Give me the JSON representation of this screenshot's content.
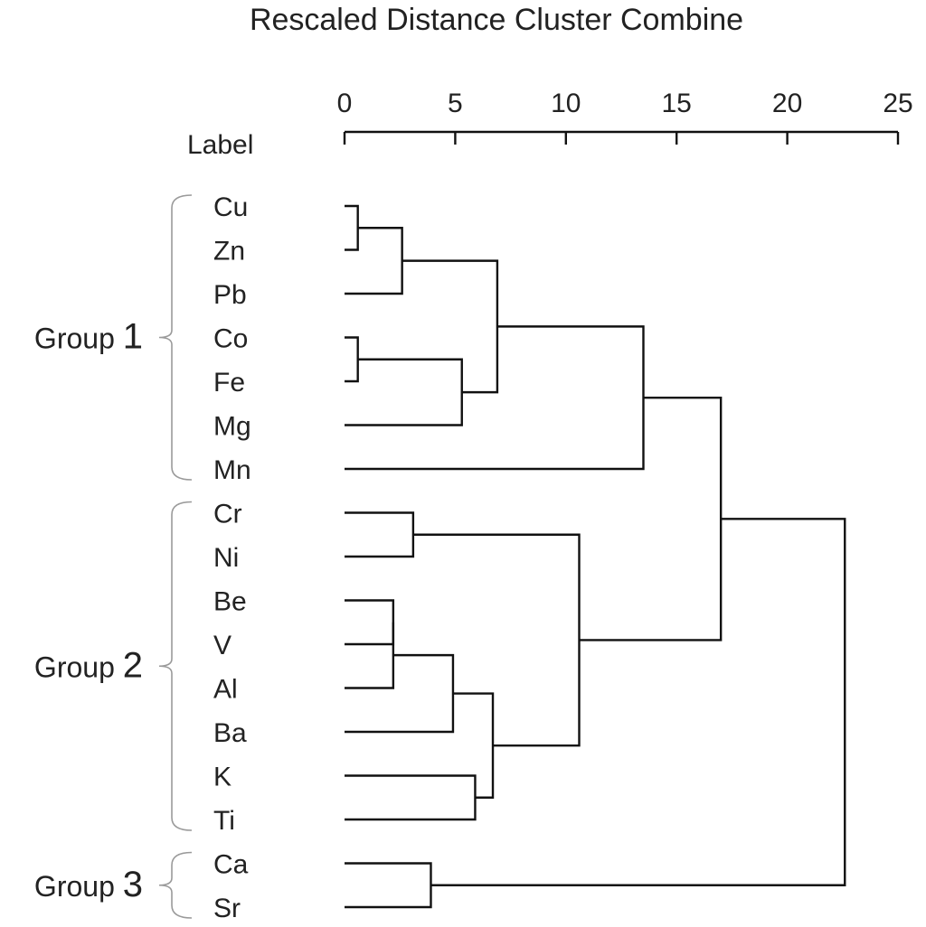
{
  "title": "Rescaled Distance Cluster Combine",
  "axis": {
    "label": "Label",
    "min": 0,
    "max": 25,
    "major_ticks": [
      0,
      5,
      10,
      15,
      20,
      25
    ]
  },
  "leaves": [
    "Cu",
    "Zn",
    "Pb",
    "Co",
    "Fe",
    "Mg",
    "Mn",
    "Cr",
    "Ni",
    "Be",
    "V",
    "Al",
    "Ba",
    "K",
    "Ti",
    "Ca",
    "Sr"
  ],
  "groups": [
    {
      "name": "Group",
      "number": "1",
      "first": 0,
      "last": 6
    },
    {
      "name": "Group",
      "number": "2",
      "first": 7,
      "last": 14
    },
    {
      "name": "Group",
      "number": "3",
      "first": 15,
      "last": 16
    }
  ],
  "merges": [
    {
      "a": "Cu",
      "b": "Zn",
      "id": "m1",
      "d": 0.6
    },
    {
      "a": "Co",
      "b": "Fe",
      "id": "m2",
      "d": 0.6
    },
    {
      "a": "m1",
      "b": "Pb",
      "id": "m3",
      "d": 2.6
    },
    {
      "a": "m2",
      "b": "Mg",
      "id": "m4",
      "d": 5.3
    },
    {
      "a": "m3",
      "b": "m4",
      "id": "m5",
      "d": 6.9
    },
    {
      "a": "m5",
      "b": "Mn",
      "id": "m6",
      "d": 13.5
    },
    {
      "a": "Cr",
      "b": "Ni",
      "id": "m7",
      "d": 3.1
    },
    {
      "a": "Be",
      "b": "V",
      "id": "m8",
      "d": 2.2
    },
    {
      "a": "m8",
      "b": "Al",
      "id": "m9",
      "d": 2.2
    },
    {
      "a": "m9",
      "b": "Ba",
      "id": "m10",
      "d": 4.9
    },
    {
      "a": "K",
      "b": "Ti",
      "id": "m11",
      "d": 5.9
    },
    {
      "a": "m10",
      "b": "m11",
      "id": "m12",
      "d": 6.7
    },
    {
      "a": "m7",
      "b": "m12",
      "id": "m13",
      "d": 10.6
    },
    {
      "a": "m6",
      "b": "m13",
      "id": "m14",
      "d": 17.0
    },
    {
      "a": "Ca",
      "b": "Sr",
      "id": "m15",
      "d": 3.9
    },
    {
      "a": "m14",
      "b": "m15",
      "id": "m16",
      "d": 22.6
    }
  ]
}
